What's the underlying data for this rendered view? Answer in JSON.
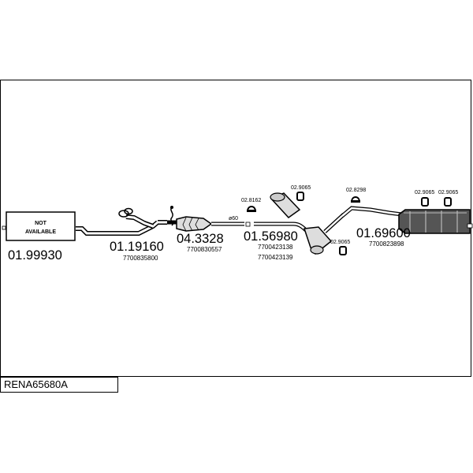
{
  "diagram": {
    "reference_code": "RENA65680A",
    "parts": [
      {
        "id": "front-pipe",
        "number": "01.99930",
        "note": [
          "NOT",
          "AVAILABLE"
        ]
      },
      {
        "id": "y-pipe",
        "number": "01.19160",
        "oem": [
          "7700835800"
        ]
      },
      {
        "id": "catalyst",
        "number": "04.3328",
        "oem": [
          "7700830557"
        ]
      },
      {
        "id": "center-muffler",
        "number": "01.56980",
        "oem": [
          "7700423138",
          "7700423139"
        ]
      },
      {
        "id": "rear-muffler",
        "number": "01.69600",
        "oem": [
          "7700823898"
        ]
      }
    ],
    "accessories": [
      {
        "id": "clamp-a",
        "number": "02.8162"
      },
      {
        "id": "hanger-a",
        "number": "02.9065"
      },
      {
        "id": "hanger-b",
        "number": "02.9065"
      },
      {
        "id": "clamp-b",
        "number": "02.8298"
      },
      {
        "id": "hanger-c",
        "number": "02.9065"
      },
      {
        "id": "hanger-d",
        "number": "02.9065"
      }
    ],
    "pipe_diameter_label": "ø60"
  }
}
